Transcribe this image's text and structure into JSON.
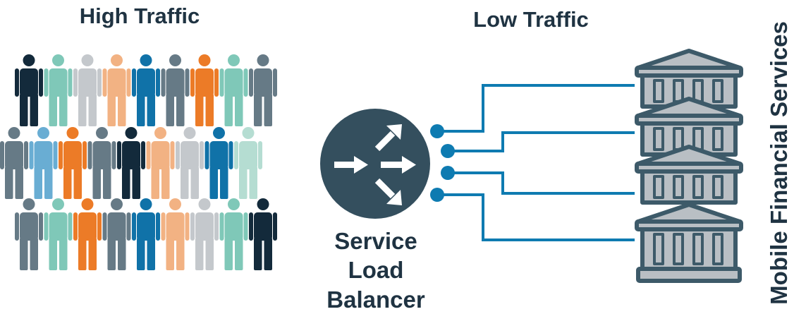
{
  "labels": {
    "high_traffic": "High Traffic",
    "low_traffic": "Low Traffic",
    "load_balancer": [
      "Service",
      "Load",
      "Balancer"
    ],
    "services": "Mobile Financial Services"
  },
  "colors": {
    "text": "#1f3342",
    "router": "#344f5e",
    "link": "#0e7bb1",
    "bank_fill": "#b9bfc4",
    "bank_stroke": "#3d5a69",
    "people": {
      "navy": "#132a3b",
      "mint": "#7fc8b8",
      "silver": "#c4c8cc",
      "peach": "#f2b283",
      "blue": "#1072a8",
      "slate": "#667a86",
      "orange": "#ec7b27",
      "sky": "#69add3",
      "pale": "#b5ddd2"
    }
  },
  "crowd_rows": [
    [
      "navy",
      "mint",
      "silver",
      "peach",
      "blue",
      "slate",
      "orange",
      "mint",
      "slate"
    ],
    [
      "slate",
      "sky",
      "orange",
      "slate",
      "navy",
      "peach",
      "silver",
      "blue",
      "pale"
    ],
    [
      "slate",
      "mint",
      "orange",
      "slate",
      "blue",
      "peach",
      "silver",
      "mint",
      "navy"
    ]
  ],
  "router_arrows": [
    "right-arrow-icon",
    "right-arrow-icon",
    "up-right-arrow-icon",
    "down-right-arrow-icon"
  ],
  "servers": [
    "bank-server-1",
    "bank-server-2",
    "bank-server-3",
    "bank-server-4"
  ]
}
